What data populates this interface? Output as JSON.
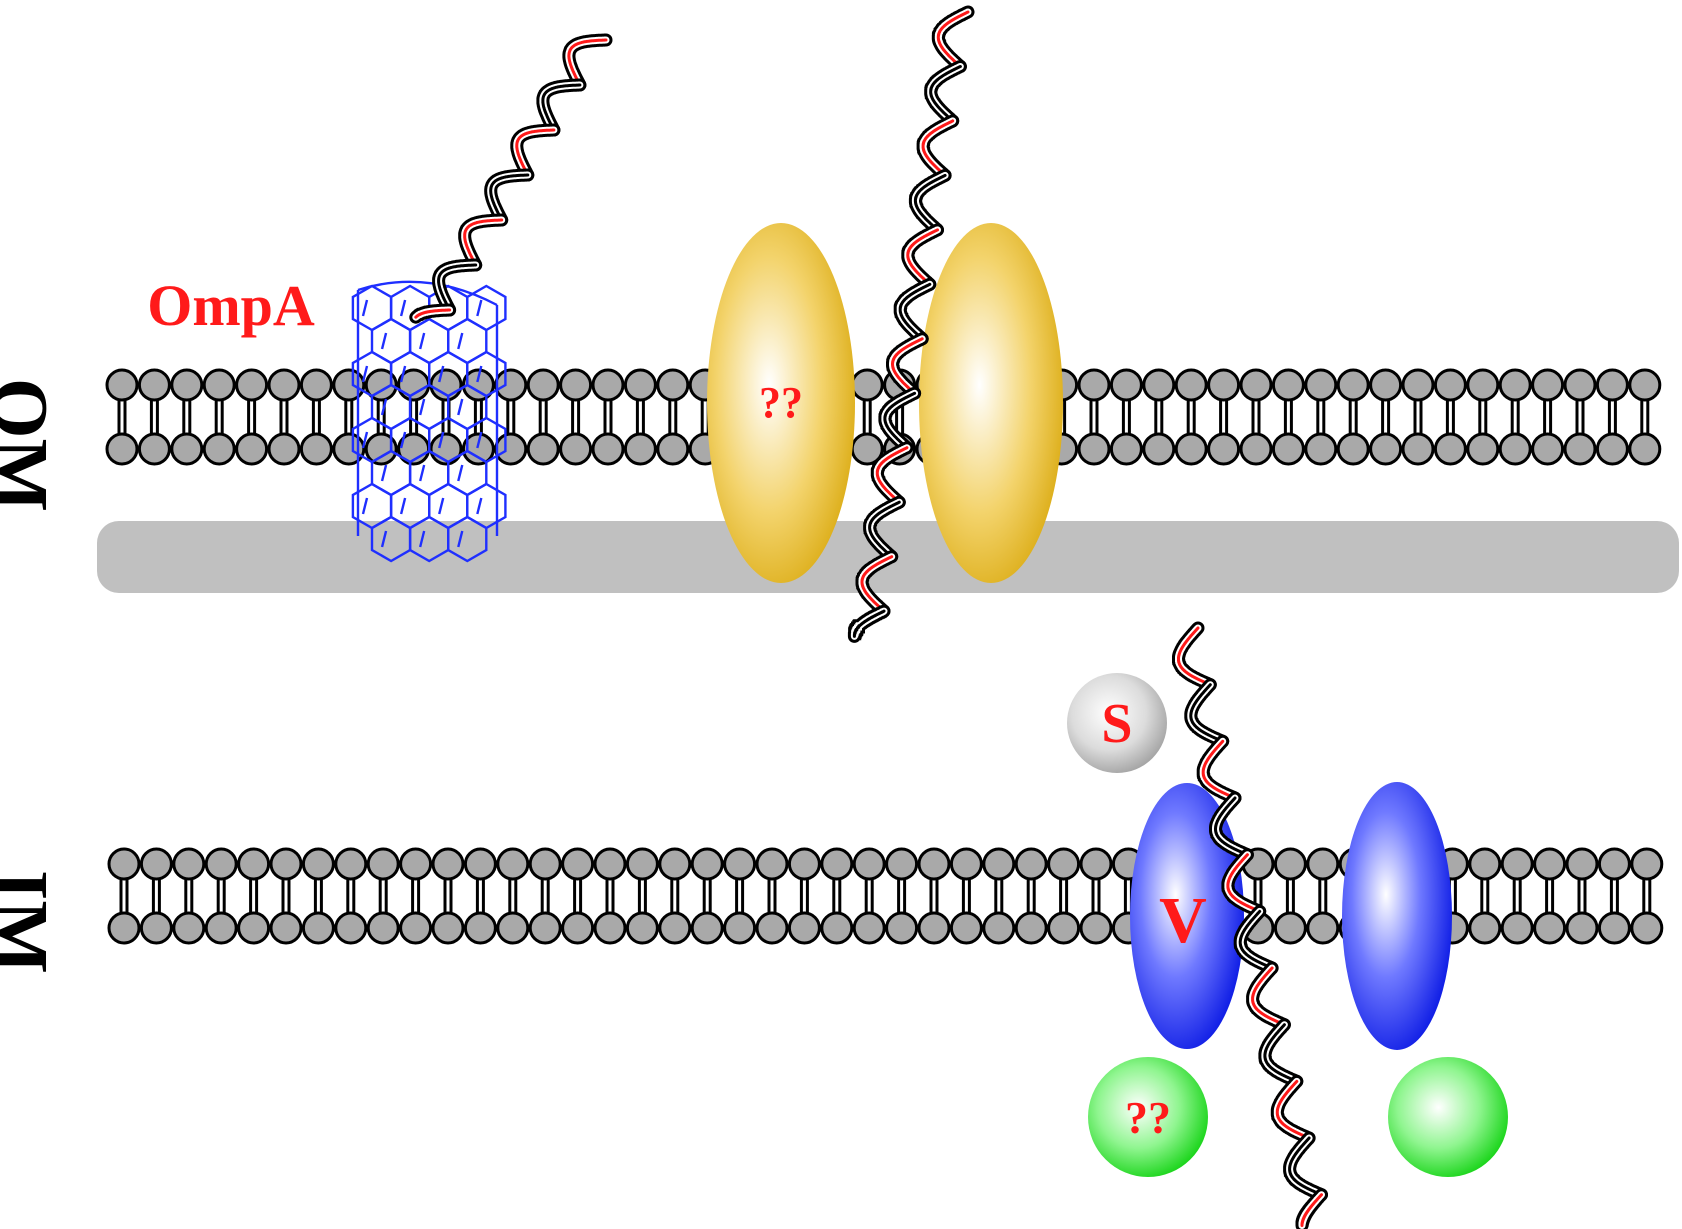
{
  "labels": {
    "om": "OM",
    "im": "IM",
    "ompa": "OmpA",
    "om_channel_unknown": "??",
    "im_cytoplasmic_unknown": "??",
    "s_protein": "S",
    "v_protein": "V"
  },
  "colors": {
    "label_red": "#ff1a1a",
    "lipid_head": "#a9a9a9",
    "peptidoglycan": "#c0c0c0",
    "ompa_barrel": "#1f2fff",
    "om_channel": "#e8b820",
    "v_protein": "#1a2cf0",
    "cytoplasmic_protein": "#2ee02e",
    "s_protein": "#cfcfcf",
    "dna_strand_a": "#ff1a1a",
    "dna_strand_b": "#000000"
  }
}
